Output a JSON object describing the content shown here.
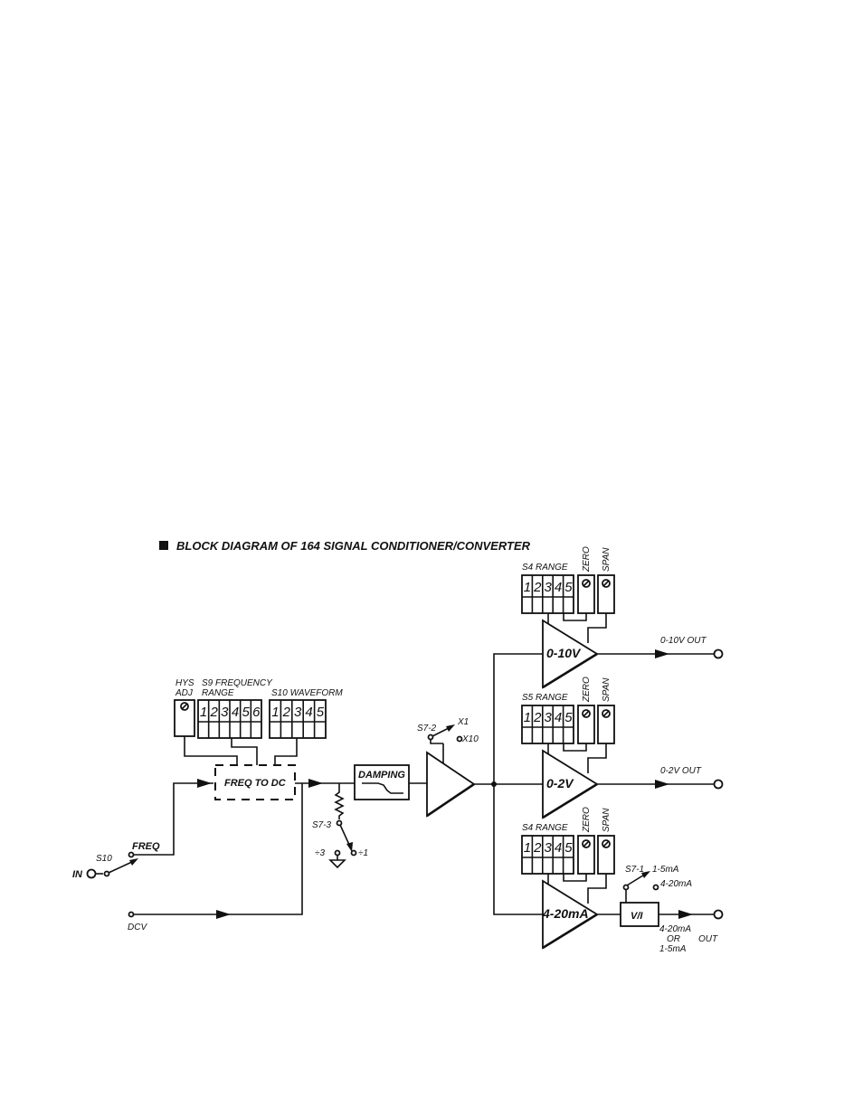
{
  "title": "BLOCK DIAGRAM OF 164 SIGNAL CONDITIONER/CONVERTER",
  "input": {
    "in": "IN",
    "s10": "S10",
    "freq": "FREQ",
    "dcv": "DCV"
  },
  "freq_section": {
    "hys1": "HYS",
    "hys2": "ADJ",
    "s9_1": "S9 FREQUENCY",
    "s9_2": "RANGE",
    "s10": "S10 WAVEFORM",
    "s9_digits": [
      "1",
      "2",
      "3",
      "4",
      "5",
      "6"
    ],
    "s10_digits": [
      "1",
      "2",
      "3",
      "4",
      "5"
    ],
    "block": "FREQ TO DC"
  },
  "s73": {
    "label": "S7-3",
    "div3": "÷3",
    "div1": "÷1"
  },
  "damping": "DAMPING",
  "gain": {
    "s72": "S7-2",
    "x1": "X1",
    "x10": "X10"
  },
  "outputs": [
    {
      "switch": "S4 RANGE",
      "zero": "ZERO",
      "span": "SPAN",
      "amp": "0-10V",
      "out": "0-10V OUT",
      "digits": [
        "1",
        "2",
        "3",
        "4",
        "5"
      ]
    },
    {
      "switch": "S5 RANGE",
      "zero": "ZERO",
      "span": "SPAN",
      "amp": "0-2V",
      "out": "0-2V OUT",
      "digits": [
        "1",
        "2",
        "3",
        "4",
        "5"
      ]
    },
    {
      "switch": "S4 RANGE",
      "zero": "ZERO",
      "span": "SPAN",
      "amp": "4-20mA",
      "out": "OUT",
      "digits": [
        "1",
        "2",
        "3",
        "4",
        "5"
      ]
    }
  ],
  "current_out": {
    "s71": "S7-1",
    "opt1": "1-5mA",
    "opt2": "4-20mA",
    "vi": "V/I",
    "note1": "4-20mA",
    "note2": "OR",
    "note3": "1-5mA"
  }
}
